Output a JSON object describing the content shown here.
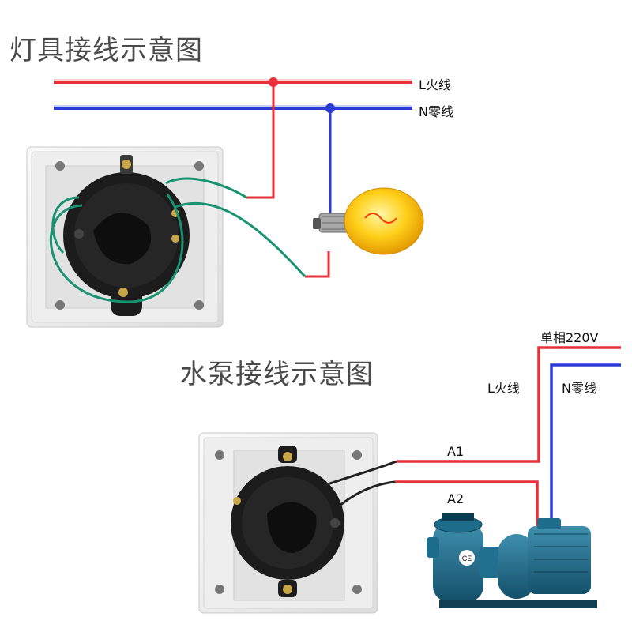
{
  "light_section": {
    "title": "灯具接线示意图",
    "live_label": "L火线",
    "neutral_label": "N零线"
  },
  "pump_section": {
    "title": "水泵接线示意图",
    "supply_label": "单相220V",
    "live_label": "L火线",
    "neutral_label": "N零线",
    "a1_label": "A1",
    "a2_label": "A2",
    "ce_mark": "CE"
  },
  "colors": {
    "live_wire": "#e8303a",
    "neutral_wire": "#2a3bd8",
    "ground_wire": "#17936f"
  }
}
